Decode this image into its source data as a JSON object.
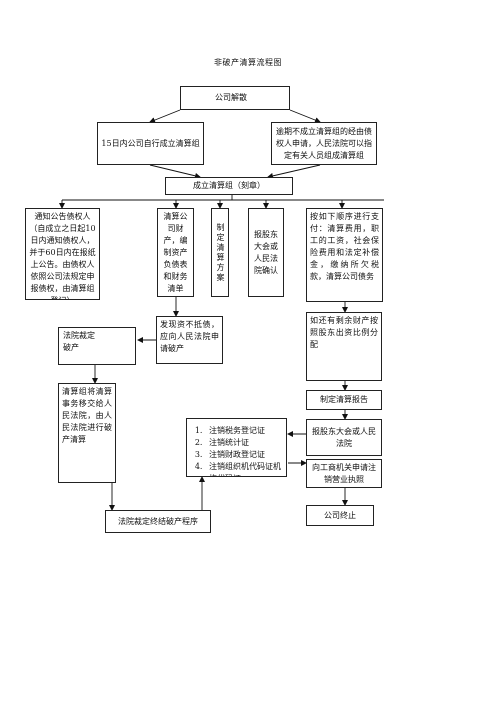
{
  "title": "非破产清算流程图",
  "boxes": {
    "dissolution": "公司解散",
    "self_group": "15日内公司自行成立清算组",
    "court_group": "逾期不成立清算组的经由债权人申请，人民法院可以指定有关人员组成清算组",
    "establish": "成立清算组（刻章）",
    "notify": "通知公告债权人（自成立之日起10日内通知债权人，并于60日内在报纸上公告。由债权人依照公司法规定申报债权，由清算组登记）",
    "liquidate_assets": "清算公司财产，编制资产负债表和财务清单",
    "plan": "制定清算方案",
    "approve": "报股东大会或人民法院确认",
    "payment_order": "按如下顺序进行支付：清算费用，职工的工资，社会保险费用和法定补偿金，缴纳所欠税款，清算公司债务",
    "insolvent": "发现资不抵债，应向人民法院申请破产",
    "court_bankrupt": "法院裁定破产",
    "transfer": "清算组将清算事务移交给人民法院，由人民法院进行破产清算",
    "remaining": "如还有剩余财产按照股东出资比例分配",
    "report": "制定清算报告",
    "report_approve": "报股东大会或人民法院",
    "deregister": "向工商机关申请注销营业执照",
    "terminate": "公司终止",
    "court_end": "法院裁定终结破产程序"
  },
  "cancellations": [
    "注销税务登记证",
    "注销统计证",
    "注销财政登记证",
    "注销组织机代码证机构代码证"
  ]
}
